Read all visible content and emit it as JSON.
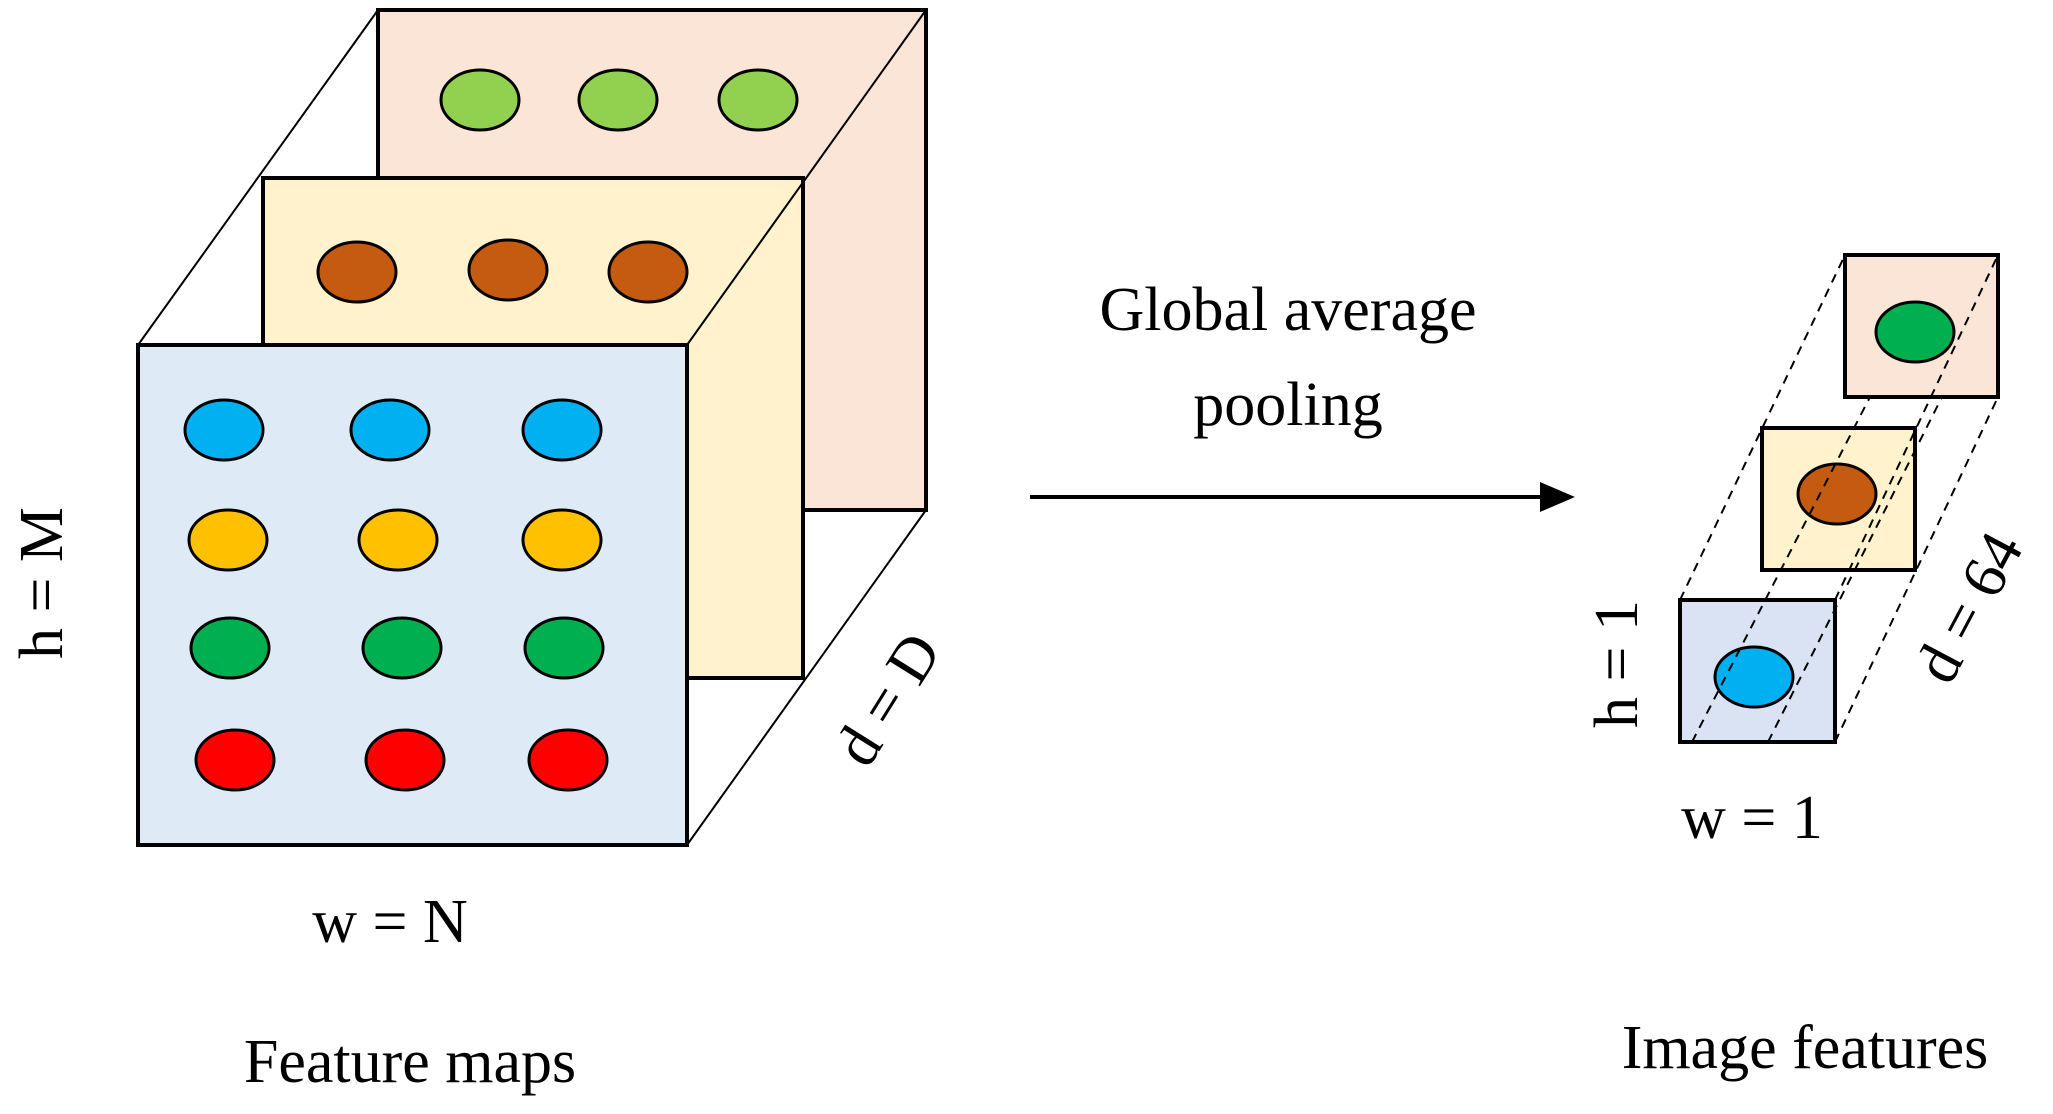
{
  "arrow_label_line1": "Global average",
  "arrow_label_line2": "pooling",
  "feature_maps": {
    "caption": "Feature maps",
    "h_label": "h = M",
    "w_label": "w = N",
    "d_label": "d = D",
    "back_layer_color": "#fbe5d6",
    "middle_layer_color": "#fff2cc",
    "front_layer_color": "#deebf7",
    "dot_colors": {
      "light_green": "#92d050",
      "brown": "#c55a11",
      "blue": "#00b0f0",
      "yellow": "#ffc000",
      "green": "#00b050",
      "red": "#ff0000"
    }
  },
  "image_features": {
    "caption": "Image features",
    "h_label": "h = 1",
    "w_label": "w = 1",
    "d_label": "d = 64",
    "back_cell_color": "#fbe5d6",
    "middle_cell_color": "#fff2cc",
    "front_cell_color": "#dae3f3"
  }
}
